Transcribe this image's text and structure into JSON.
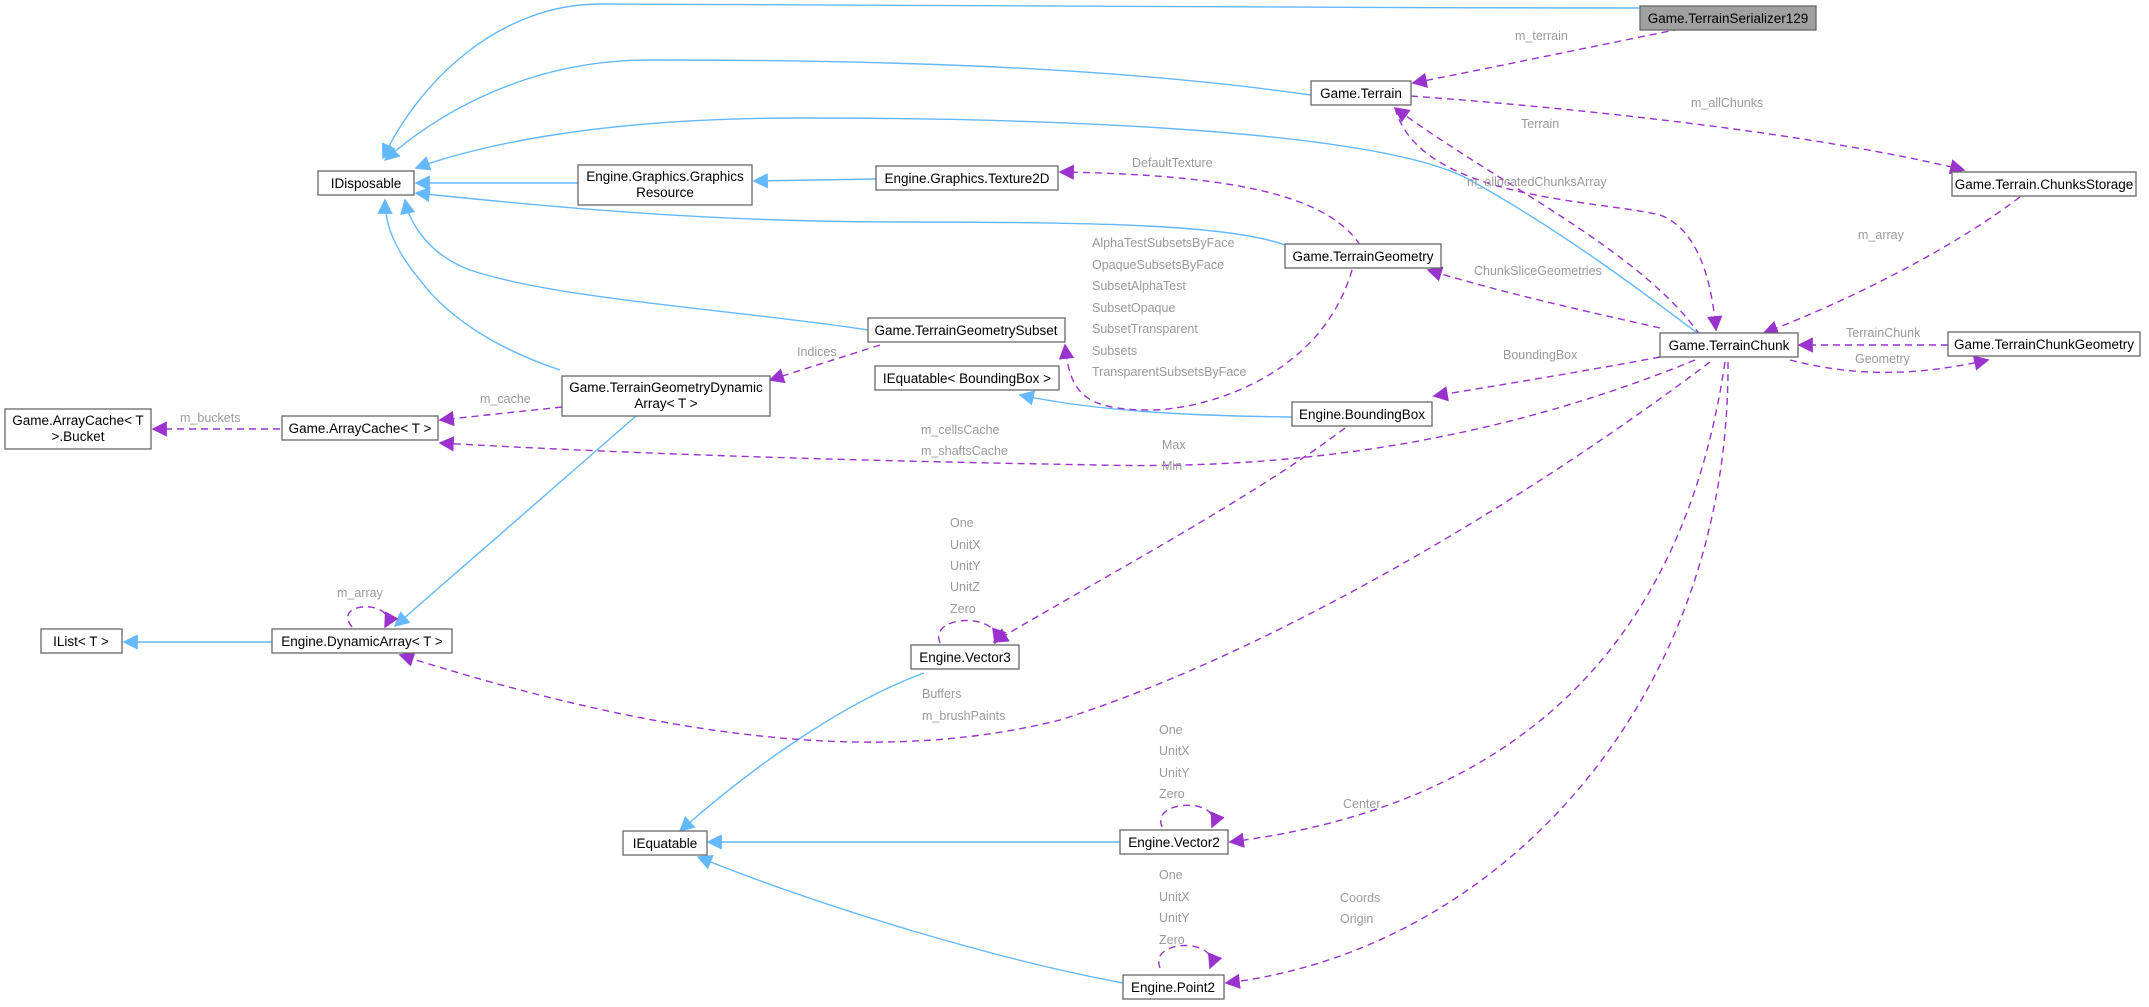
{
  "colors": {
    "inheritance_edge": "#63b8ff",
    "usage_edge": "#9a32cd",
    "label_text": "#9a9a9a",
    "highlight_node": "#a0a0a0"
  },
  "nodes": {
    "serializer": "Game.TerrainSerializer129",
    "terrain": "Game.Terrain",
    "idisposable": "IDisposable",
    "graphics_resource_1": "Engine.Graphics.Graphics",
    "graphics_resource_2": "Resource",
    "texture2d": "Engine.Graphics.Texture2D",
    "chunks_storage": "Game.Terrain.ChunksStorage",
    "terrain_geometry": "Game.TerrainGeometry",
    "terrain_chunk": "Game.TerrainChunk",
    "terrain_chunk_geometry": "Game.TerrainChunkGeometry",
    "geometry_subset": "Game.TerrainGeometrySubset",
    "iequatable_bbox": "IEquatable< BoundingBox >",
    "bounding_box": "Engine.BoundingBox",
    "geometry_dynamic_1": "Game.TerrainGeometryDynamic",
    "geometry_dynamic_2": "Array< T >",
    "array_cache": "Game.ArrayCache< T >",
    "array_cache_bucket_1": "Game.ArrayCache< T",
    "array_cache_bucket_2": ">.Bucket",
    "ilist": "IList< T >",
    "dynamic_array": "Engine.DynamicArray< T >",
    "vector3": "Engine.Vector3",
    "iequatable": "IEquatable",
    "vector2": "Engine.Vector2",
    "point2": "Engine.Point2"
  },
  "edge_labels": {
    "m_terrain": "m_terrain",
    "m_allChunks": "m_allChunks",
    "terrain": "Terrain",
    "m_allocatedChunksArray": "m_allocatedChunksArray",
    "m_array_storage": "m_array",
    "default_texture": "DefaultTexture",
    "subsets_list": [
      "AlphaTestSubsetsByFace",
      "OpaqueSubsetsByFace",
      "SubsetAlphaTest",
      "SubsetOpaque",
      "SubsetTransparent",
      "Subsets",
      "TransparentSubsetsByFace"
    ],
    "chunk_slice_geometries": "ChunkSliceGeometries",
    "terrain_chunk": "TerrainChunk",
    "geometry": "Geometry",
    "bounding_box": "BoundingBox",
    "indices": "Indices",
    "m_cache": "m_cache",
    "m_buckets": "m_buckets",
    "m_cellsCache": "m_cellsCache",
    "m_shaftsCache": "m_shaftsCache",
    "max": "Max",
    "min": "Min",
    "m_array_self": "m_array",
    "vector3_members": [
      "One",
      "UnitX",
      "UnitY",
      "UnitZ",
      "Zero"
    ],
    "buffers": "Buffers",
    "m_brushPaints": "m_brushPaints",
    "vector2_members": [
      "One",
      "UnitX",
      "UnitY",
      "Zero"
    ],
    "center": "Center",
    "point2_members": [
      "One",
      "UnitX",
      "UnitY",
      "Zero"
    ],
    "coords": "Coords",
    "origin": "Origin"
  }
}
